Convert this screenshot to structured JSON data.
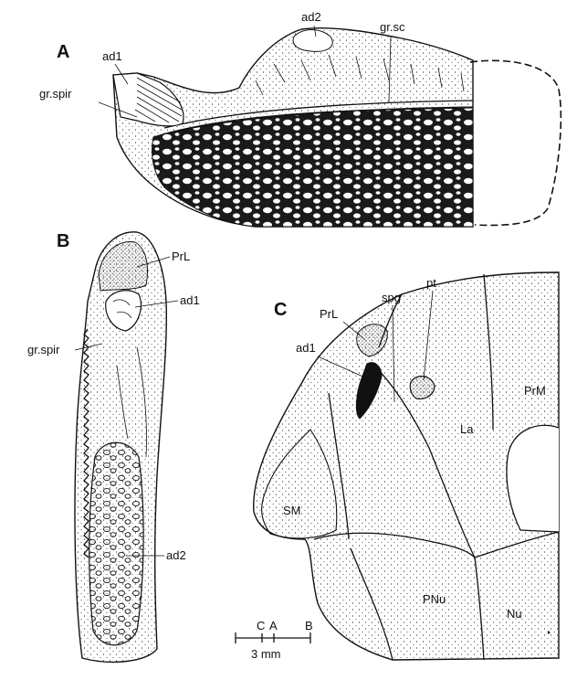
{
  "panels": {
    "a": "A",
    "b": "B",
    "c": "C"
  },
  "labels": {
    "a_ad2": "ad2",
    "a_gr_sc": "gr.sc",
    "a_ad1": "ad1",
    "a_gr_spir": "gr.spir",
    "b_prl": "PrL",
    "b_ad1": "ad1",
    "b_gr_spir": "gr.spir",
    "b_ad2": "ad2",
    "c_prl": "PrL",
    "c_spg": "spg",
    "c_pt": "pt",
    "c_ad1": "ad1",
    "c_prm": "PrM",
    "c_la": "La",
    "c_sm": "SM",
    "c_pnu": "PNu",
    "c_nu": "Nu"
  },
  "scalebar": {
    "tick_c": "C",
    "tick_a": "A",
    "tick_b": "B",
    "length": "3 mm"
  }
}
